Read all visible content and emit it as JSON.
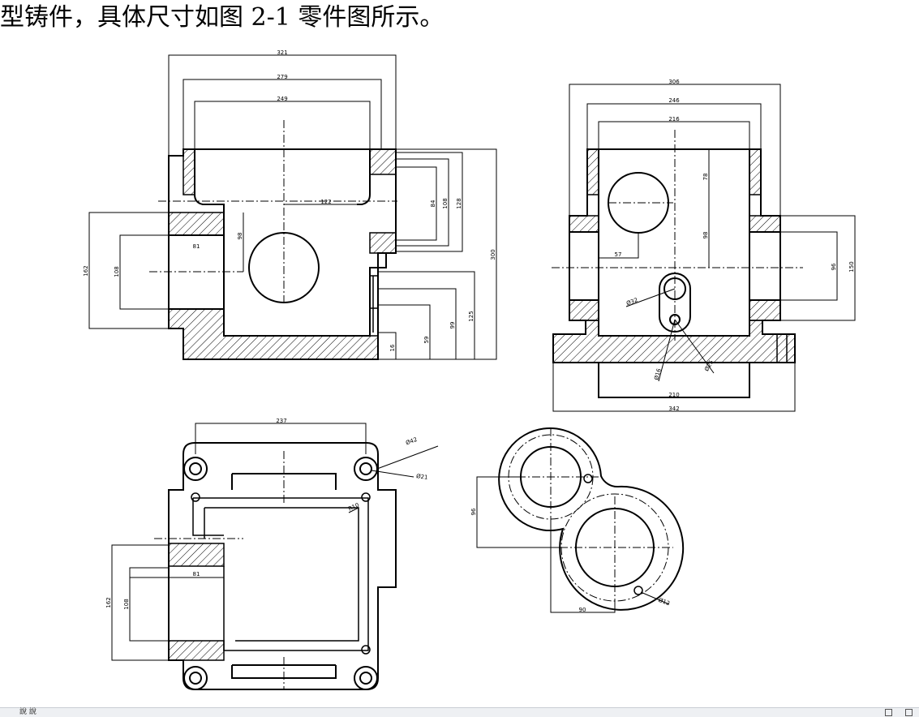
{
  "caption": "型铸件，具体尺寸如图 2-1 零件图所示。",
  "views": {
    "front": {
      "dims": {
        "overall_width": "321",
        "outer_width": "279",
        "inner_width": "249",
        "center_offset": "122",
        "bore_depth": "81",
        "bore_offset": "98",
        "h84": "84",
        "h108": "108",
        "h128": "128",
        "height_total": "300",
        "h125": "125",
        "h99": "99",
        "h59": "59",
        "h16": "16",
        "left_162": "162",
        "left_108": "108"
      }
    },
    "side": {
      "dims": {
        "width_306": "306",
        "width_246": "246",
        "width_216": "216",
        "h78": "78",
        "h98": "98",
        "w57": "57",
        "h96": "96",
        "h150": "150",
        "dia32": "Ø32",
        "dia16": "Ø16",
        "dia25": "Ø25",
        "base_210": "210",
        "base_342": "342"
      }
    },
    "top": {
      "dims": {
        "width_237": "237",
        "dia42": "Ø42",
        "dia21": "Ø21",
        "r10": "R10",
        "depth_81": "81",
        "h162": "162",
        "h108": "108"
      }
    },
    "detail": {
      "dims": {
        "h96": "96",
        "w90": "90",
        "dia12": "Ø12"
      }
    }
  },
  "status": {
    "left_text": "說 說"
  }
}
